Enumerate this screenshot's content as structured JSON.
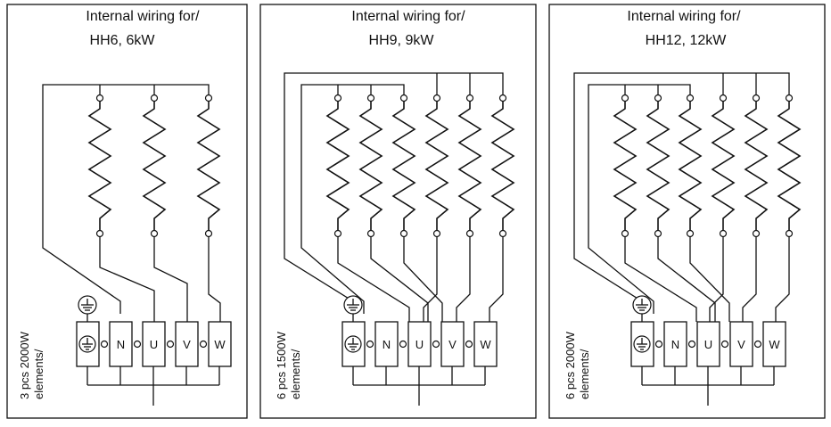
{
  "diagrams": [
    {
      "title_line1": "Internal wiring for/",
      "title_line2": "HH6, 6kW",
      "side_line1": "3 pcs 2000W",
      "side_line2": "elements/",
      "element_count": 3,
      "terminals": [
        "N",
        "U",
        "V",
        "W"
      ]
    },
    {
      "title_line1": "Internal wiring for/",
      "title_line2": "HH9, 9kW",
      "side_line1": "6 pcs 1500W",
      "side_line2": "elements/",
      "element_count": 6,
      "terminals": [
        "N",
        "U",
        "V",
        "W"
      ]
    },
    {
      "title_line1": "Internal wiring for/",
      "title_line2": "HH12, 12kW",
      "side_line1": "6 pcs 2000W",
      "side_line2": "elements/",
      "element_count": 6,
      "terminals": [
        "N",
        "U",
        "V",
        "W"
      ]
    }
  ],
  "icons": {
    "ground": "ground-symbol-icon"
  }
}
